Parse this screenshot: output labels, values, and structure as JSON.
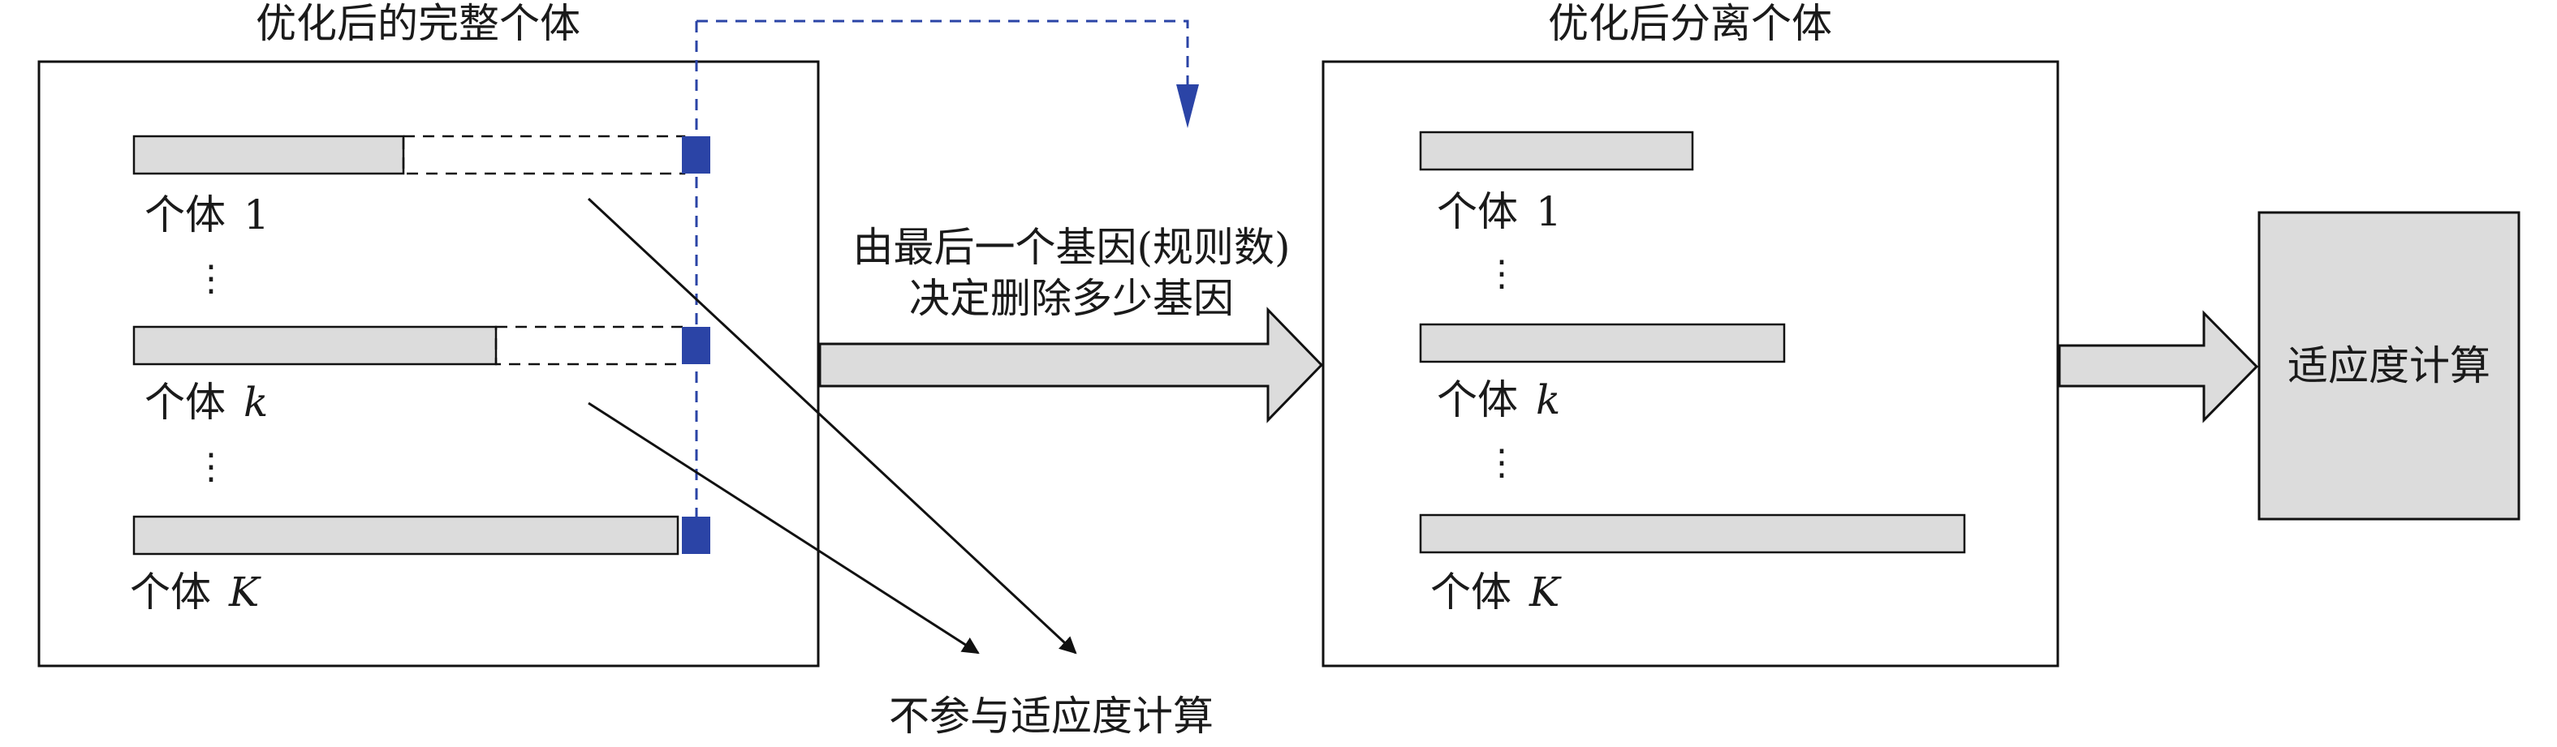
{
  "left_panel": {
    "title": "优化后的完整个体",
    "individuals": [
      {
        "label": "个体",
        "index": "1"
      },
      {
        "label": "个体",
        "index": "k"
      },
      {
        "label": "个体",
        "index": "K"
      }
    ],
    "ellipsis": "⋮"
  },
  "middle": {
    "caption_line1": "由最后一个基因(规则数)",
    "caption_line2": "决定删除多少基因"
  },
  "excluded_label": "不参与适应度计算",
  "right_panel": {
    "title": "优化后分离个体",
    "individuals": [
      {
        "label": "个体",
        "index": "1"
      },
      {
        "label": "个体",
        "index": "k"
      },
      {
        "label": "个体",
        "index": "K"
      }
    ],
    "ellipsis": "⋮"
  },
  "fitness_box": {
    "label": "适应度计算"
  },
  "colors": {
    "bar_fill": "#dcdcdc",
    "marker_blue": "#2b44a6",
    "line_black": "#111111",
    "arrow_fill": "#dcdcdc"
  }
}
